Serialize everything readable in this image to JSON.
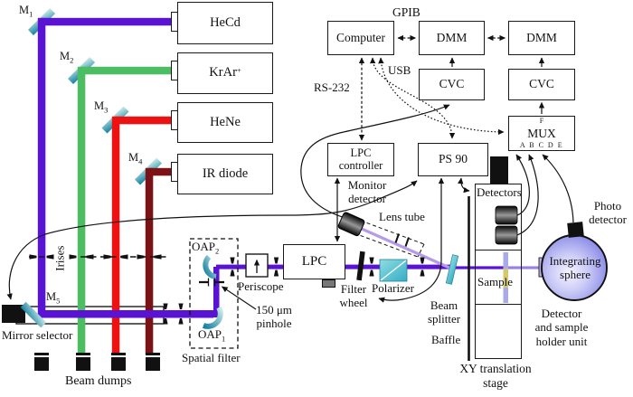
{
  "colors": {
    "beam_purple": "#5a13d3",
    "beam_green": "#4dbd63",
    "beam_red": "#ee1111",
    "beam_ir": "#7c1216",
    "beam_reflected": "#b49ae8",
    "beam_post_sample": "#9a81e0",
    "mirror_teal_dark": "#117e9e",
    "mirror_teal_light": "#cdeeea",
    "sphere_fill": "#8d8de8",
    "sample_blue": "#a9abe9",
    "sample_yellow": "#d5c96f"
  },
  "instruments": {
    "computer": "Computer",
    "dmm_left": "DMM",
    "dmm_right": "DMM",
    "cvc_left": "CVC",
    "cvc_right": "CVC",
    "mux": {
      "label": "MUX",
      "port_top": "F",
      "ports_bottom": "A B C D E"
    },
    "lpc_controller": [
      "LPC",
      "controller"
    ],
    "ps90": "PS 90",
    "lpc": "LPC"
  },
  "buses": {
    "gpib": "GPIB",
    "usb": "USB",
    "rs232": "RS-232"
  },
  "lasers": {
    "hecd": "HeCd",
    "krar": {
      "base": "KrAr",
      "sup": "+"
    },
    "hene": "HeNe",
    "ir_diode": "IR diode"
  },
  "mirrors": {
    "base": "M",
    "m1": "1",
    "m2": "2",
    "m3": "3",
    "m4": "4",
    "m5": "5"
  },
  "optics": {
    "oap_base": "OAP",
    "oap2_sub": "2",
    "oap1_sub": "1",
    "pinhole": [
      "150 μm",
      "pinhole"
    ],
    "spatial_filter": "Spatial filter",
    "periscope": "Periscope",
    "filter_wheel": [
      "Filter",
      "wheel"
    ],
    "polarizer": "Polarizer",
    "beam_splitter": [
      "Beam",
      "splitter"
    ],
    "baffle": "Baffle",
    "irises": "Irises",
    "lens_tube": "Lens tube",
    "mirror_selector": "Mirror selector",
    "beam_dumps": "Beam dumps"
  },
  "detection": {
    "monitor_detector": [
      "Monitor",
      "detector"
    ],
    "detectors": "Detectors",
    "sample": "Sample",
    "integrating_sphere": [
      "Integrating",
      "sphere"
    ],
    "photo_detector": [
      "Photo",
      "detector"
    ],
    "holder": [
      "Detector",
      "and sample",
      "holder unit"
    ],
    "xy_stage": [
      "XY translation",
      "stage"
    ]
  }
}
